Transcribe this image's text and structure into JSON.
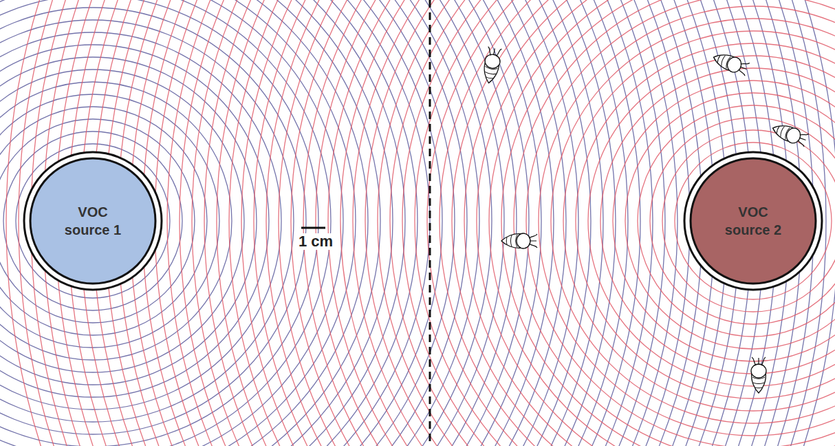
{
  "diagram": {
    "nodes": [
      {
        "text": [
          "VOC source 1"
        ]
      },
      {
        "text": [
          "VOC source 2"
        ]
      }
    ],
    "labels": [
      "1 cm"
    ]
  }
}
